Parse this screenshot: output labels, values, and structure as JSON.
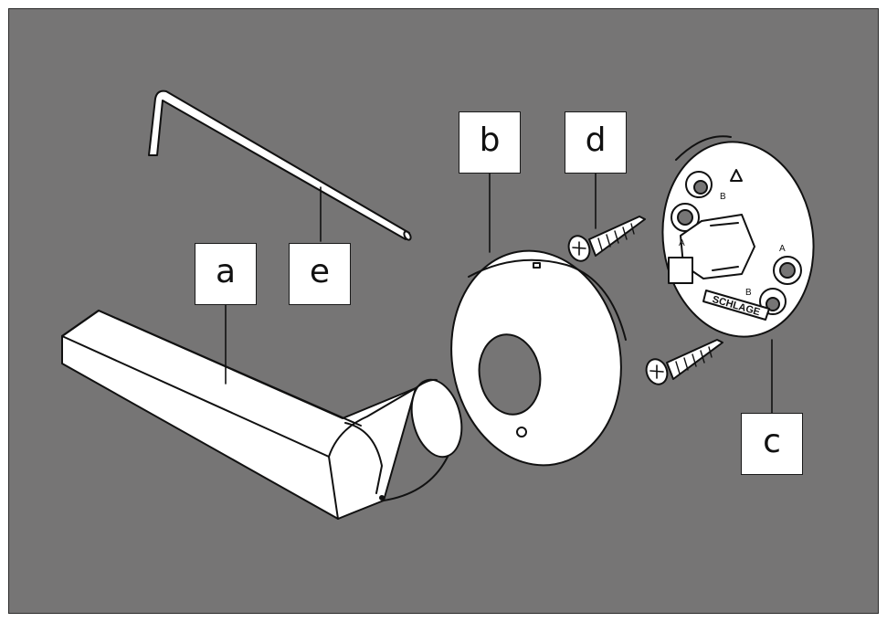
{
  "figure": {
    "background": "#767575",
    "part_fill": "#ffffff",
    "line_color": "#111111",
    "brand_text": "SCHLAGE",
    "port_labels": {
      "top_a": "A",
      "top_b": "B",
      "right_a": "A",
      "right_b": "B"
    }
  },
  "callouts": {
    "a": "a",
    "b": "b",
    "c": "c",
    "d": "d",
    "e": "e"
  },
  "parts": [
    {
      "id": "a",
      "name": "lever handle",
      "icon": "lever-icon"
    },
    {
      "id": "b",
      "name": "rose trim",
      "icon": "rose-icon"
    },
    {
      "id": "c",
      "name": "mounting plate",
      "icon": "mounting-plate-icon"
    },
    {
      "id": "d",
      "name": "screws",
      "icon": "screw-icon"
    },
    {
      "id": "e",
      "name": "hex wrench",
      "icon": "hex-wrench-icon"
    }
  ]
}
